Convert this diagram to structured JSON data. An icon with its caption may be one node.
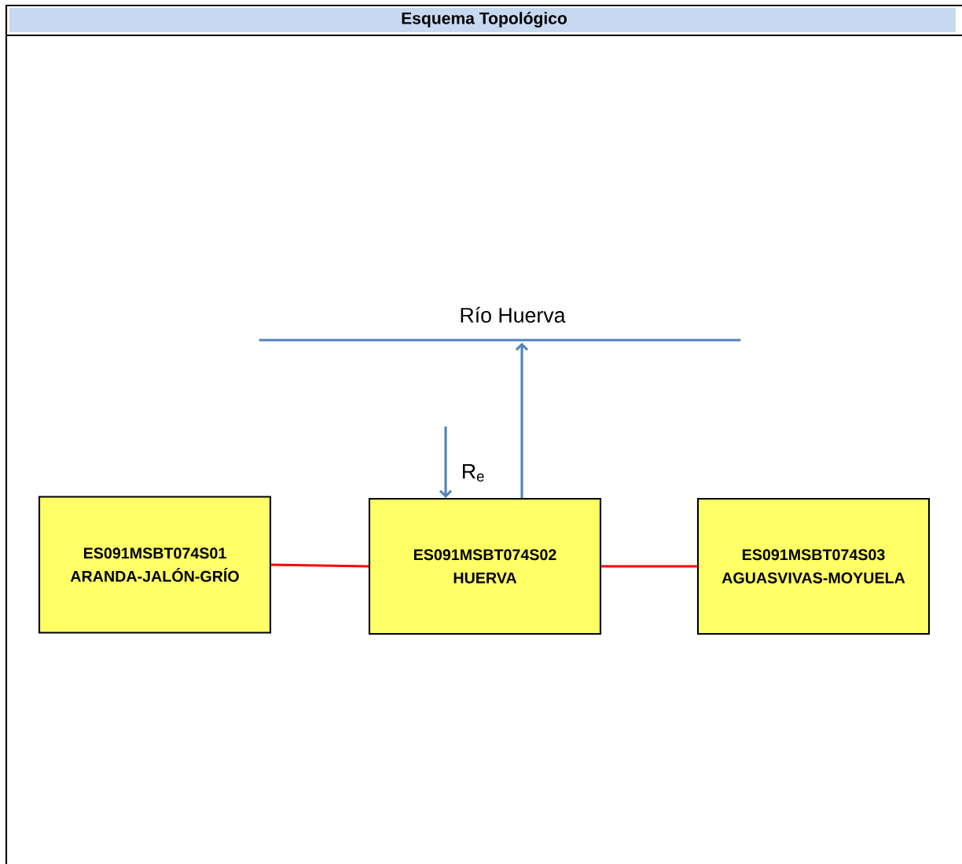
{
  "diagram": {
    "title": "Esquema Topológico",
    "nodes": [
      {
        "text": [
          "Río Huerva"
        ]
      },
      {
        "text": [
          "ES091MSBT074S01",
          "ARANDA-JALÓN-GRÍO"
        ]
      },
      {
        "text": [
          "ES091MSBT074S02",
          "HUERVA"
        ]
      },
      {
        "text": [
          "ES091MSBT074S03",
          "AGUASVIVAS-MOYUELA"
        ]
      }
    ],
    "edges": [
      {
        "from": null,
        "to": 2,
        "arrow": "to",
        "label": "R$_{e}$",
        "color": "#4f81bd"
      },
      {
        "from": 2,
        "to": 0,
        "arrow": "to",
        "color": "#4f81bd"
      },
      {
        "from": 1,
        "to": 2,
        "arrow": "none",
        "color": "#ff0000"
      },
      {
        "from": 2,
        "to": 3,
        "arrow": "none",
        "color": "#ff0000"
      }
    ]
  }
}
